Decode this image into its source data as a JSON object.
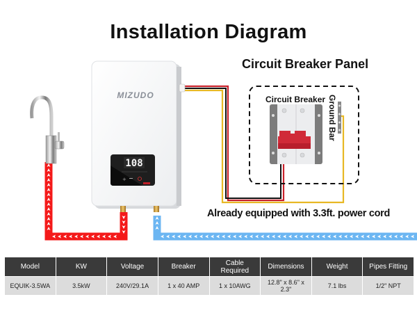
{
  "title": "Installation Diagram",
  "panel": {
    "title": "Circuit Breaker Panel",
    "breaker_label": "Circuit Breaker",
    "ground_bar_label": "Ground Bar"
  },
  "heater": {
    "brand": "MIZUDO",
    "display_value": "108"
  },
  "cord_note": "Already equipped with 3.3ft. power cord",
  "colors": {
    "hot_pipe": "#f41a1a",
    "cold_pipe": "#6cb6f2",
    "wire_red": "#c8202a",
    "wire_black": "#111111",
    "wire_yellow": "#e8b824",
    "table_header": "#3a3a3a",
    "table_cell": "#dcdcdc"
  },
  "specs": {
    "headers": [
      "Model",
      "KW",
      "Voltage",
      "Breaker",
      "Cable Required",
      "Dimensions",
      "Weight",
      "Pipes Fitting"
    ],
    "row": [
      "EQUIK-3.5WA",
      "3.5kW",
      "240V/29.1A",
      "1 x 40 AMP",
      "1 x 10AWG",
      "12.8\" x 8.6\" x 2.3\"",
      "7.1 lbs",
      "1/2\" NPT"
    ]
  }
}
